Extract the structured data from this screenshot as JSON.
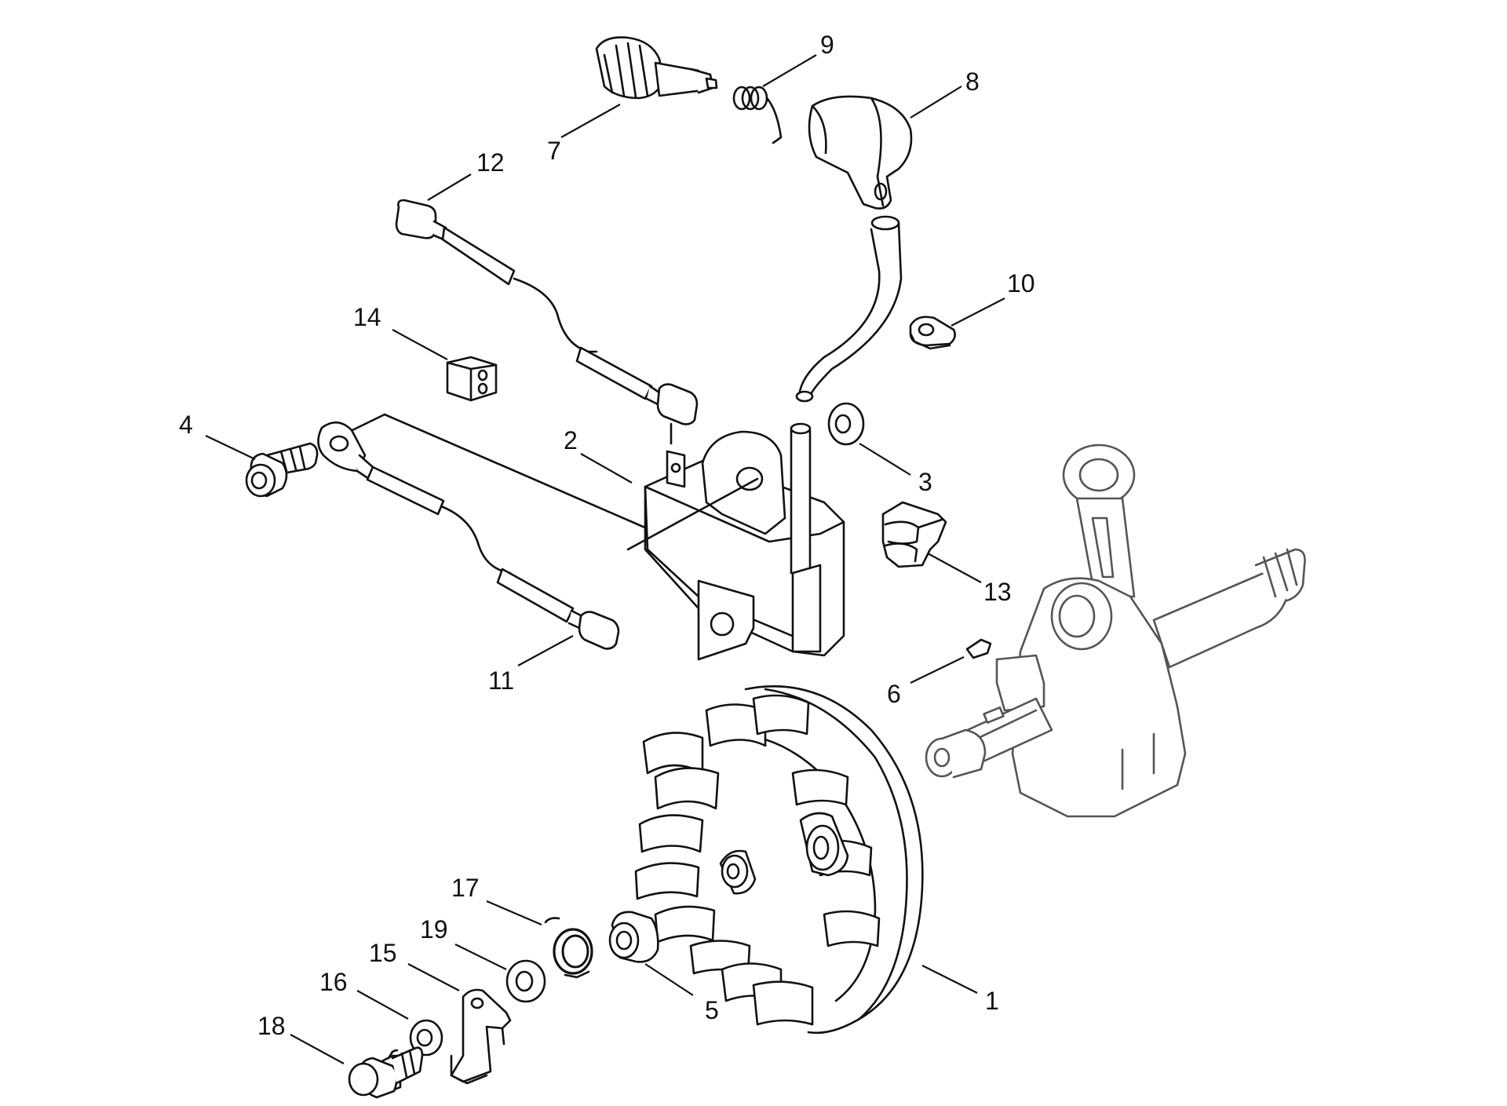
{
  "callouts": [
    {
      "id": "1",
      "text": "1"
    },
    {
      "id": "2",
      "text": "2"
    },
    {
      "id": "3",
      "text": "3"
    },
    {
      "id": "4",
      "text": "4"
    },
    {
      "id": "5",
      "text": "5"
    },
    {
      "id": "6",
      "text": "6"
    },
    {
      "id": "7",
      "text": "7"
    },
    {
      "id": "8",
      "text": "8"
    },
    {
      "id": "9",
      "text": "9"
    },
    {
      "id": "10",
      "text": "10"
    },
    {
      "id": "11",
      "text": "11"
    },
    {
      "id": "12",
      "text": "12"
    },
    {
      "id": "13",
      "text": "13"
    },
    {
      "id": "14",
      "text": "14"
    },
    {
      "id": "15",
      "text": "15"
    },
    {
      "id": "16",
      "text": "16"
    },
    {
      "id": "17",
      "text": "17"
    },
    {
      "id": "18",
      "text": "18"
    },
    {
      "id": "19",
      "text": "19"
    }
  ],
  "colors": {
    "line": "#111111",
    "background": "#ffffff"
  }
}
